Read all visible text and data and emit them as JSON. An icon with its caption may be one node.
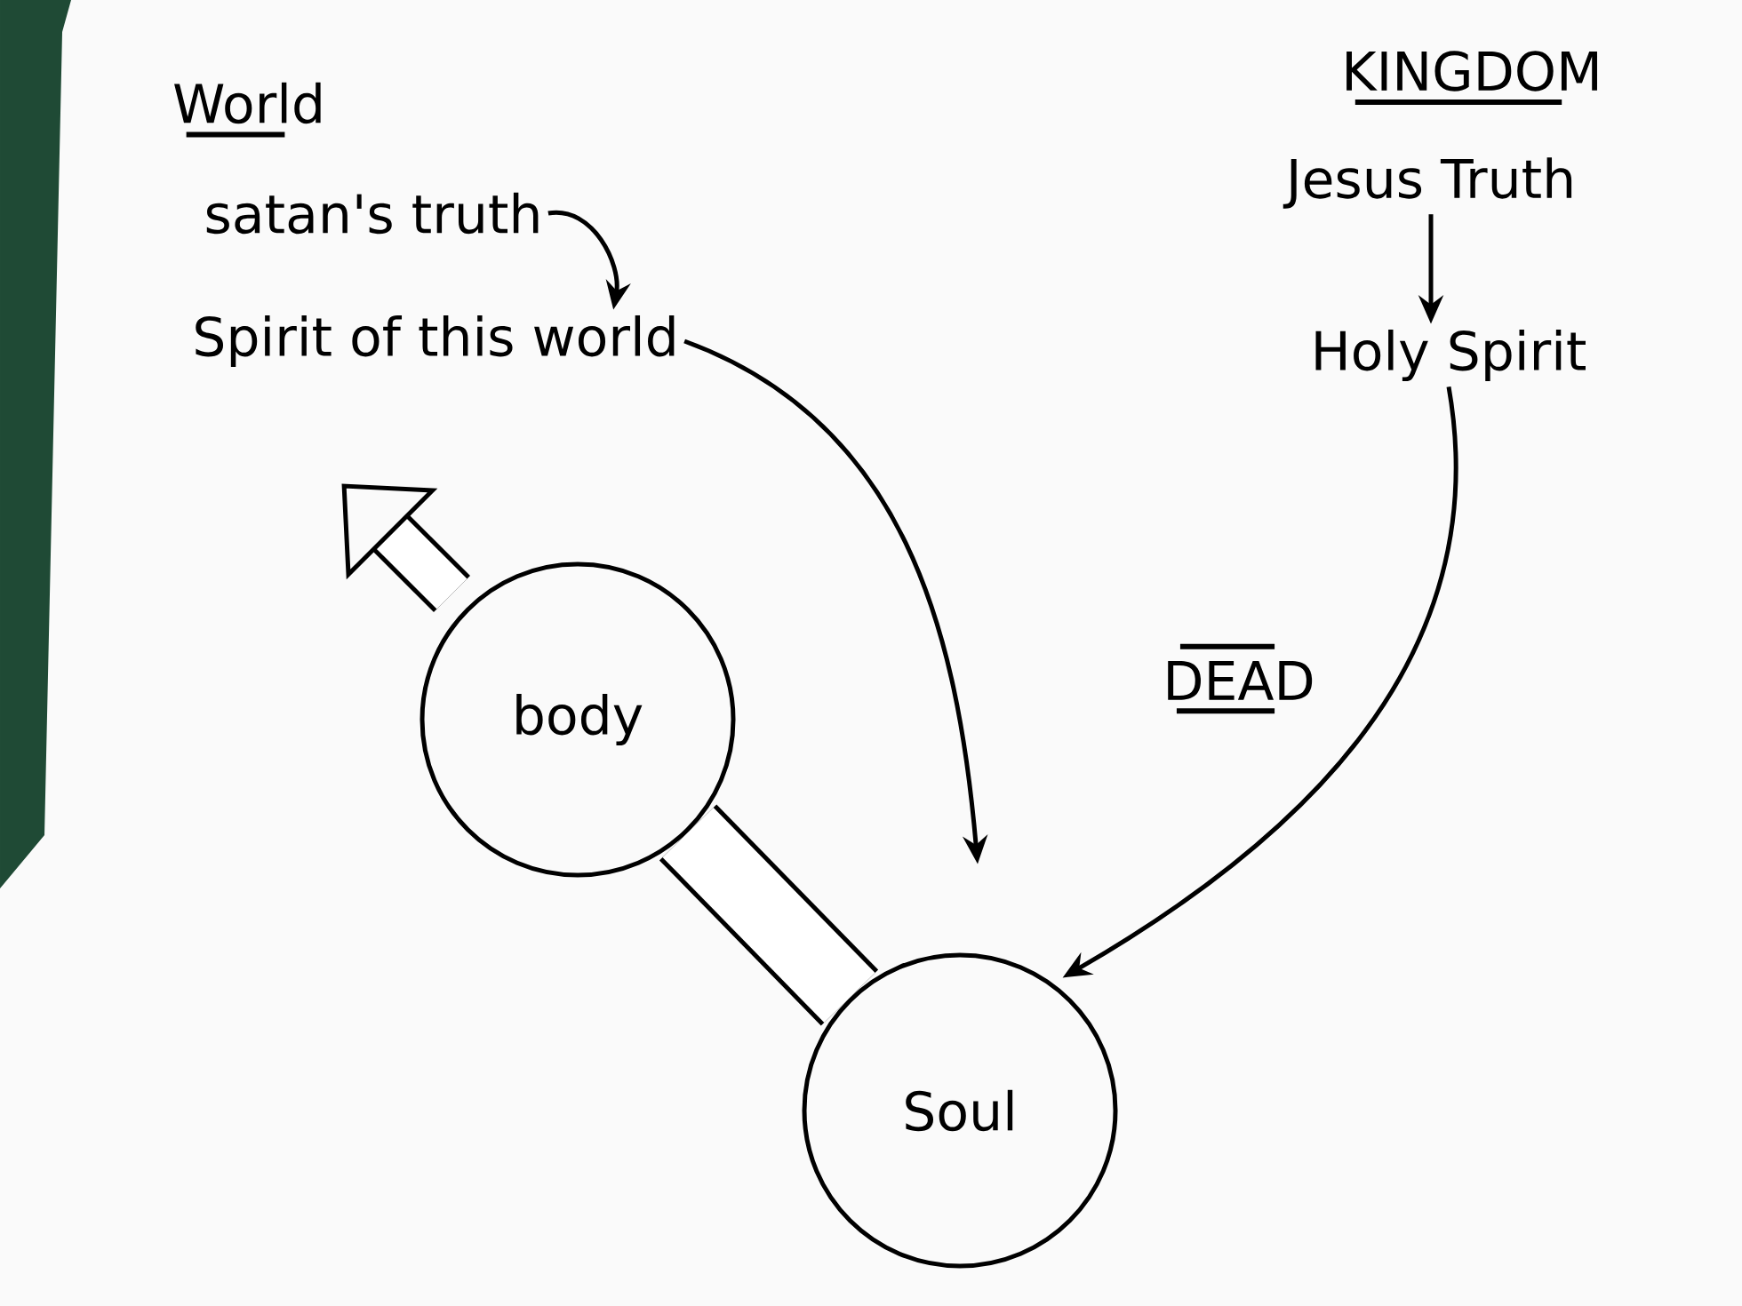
{
  "diagram": {
    "nodes": [
      {
        "text": [
          "satan's truth"
        ]
      },
      {
        "text": [
          "Spirit of this world"
        ]
      },
      {
        "text": [
          "Jesus Truth"
        ]
      },
      {
        "text": [
          "Holy Spirit"
        ]
      },
      {
        "text": [
          "body"
        ]
      },
      {
        "text": [
          "Soul"
        ]
      }
    ],
    "edges": [
      {
        "from": 0,
        "to": 1,
        "arrow": "to"
      },
      {
        "from": 2,
        "to": 3,
        "arrow": "to"
      },
      {
        "from": 1,
        "to": 5,
        "arrow": "to"
      },
      {
        "from": 3,
        "to": 5,
        "arrow": "to"
      },
      {
        "from": 4,
        "to": 5,
        "arrow": "none",
        "style": "thick"
      },
      {
        "from": 4,
        "to": null,
        "arrow": "to",
        "style": "thick"
      }
    ],
    "labels": [
      "World",
      "KINGDOM",
      "DEAD"
    ]
  }
}
